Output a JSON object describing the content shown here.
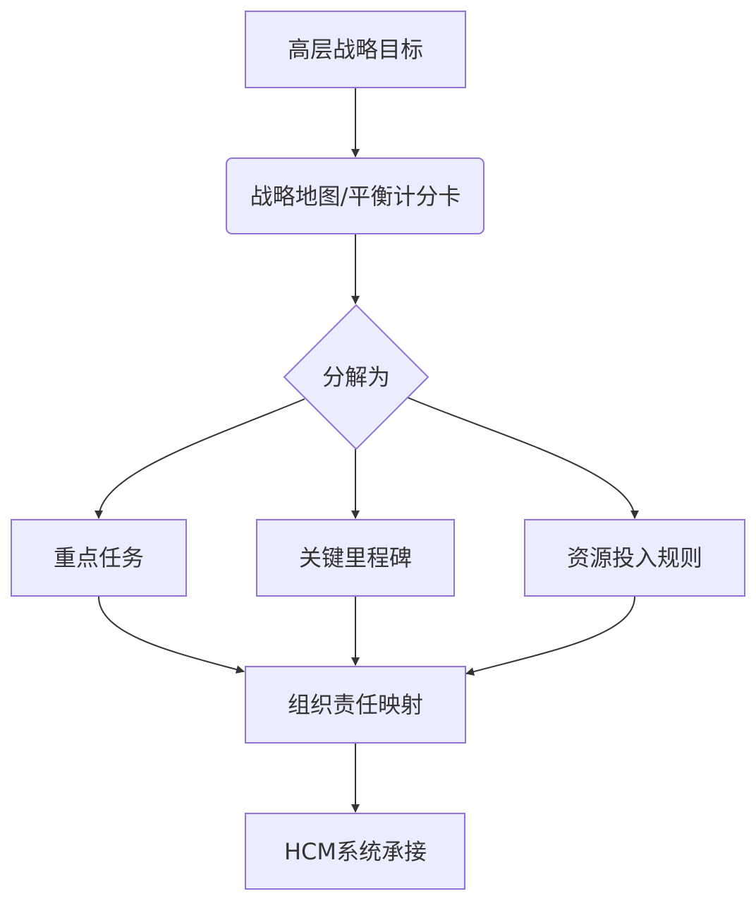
{
  "diagram": {
    "type": "flowchart",
    "direction": "top-down",
    "colors": {
      "node_fill": "#ECECFF",
      "node_stroke": "#9370DB",
      "edge": "#333333",
      "text": "#333333",
      "background": "#FFFFFF"
    },
    "nodes": [
      {
        "id": "goal",
        "shape": "rect",
        "label": "高层战略目标"
      },
      {
        "id": "map",
        "shape": "rounded-rect",
        "label": "战略地图/平衡计分卡"
      },
      {
        "id": "decompose",
        "shape": "diamond",
        "label": "分解为"
      },
      {
        "id": "tasks",
        "shape": "rect",
        "label": "重点任务"
      },
      {
        "id": "milestones",
        "shape": "rect",
        "label": "关键里程碑"
      },
      {
        "id": "resources",
        "shape": "rect",
        "label": "资源投入规则"
      },
      {
        "id": "mapping",
        "shape": "rect",
        "label": "组织责任映射"
      },
      {
        "id": "hcm",
        "shape": "rect",
        "label": "HCM系统承接"
      }
    ],
    "edges": [
      {
        "from": "goal",
        "to": "map"
      },
      {
        "from": "map",
        "to": "decompose"
      },
      {
        "from": "decompose",
        "to": "tasks"
      },
      {
        "from": "decompose",
        "to": "milestones"
      },
      {
        "from": "decompose",
        "to": "resources"
      },
      {
        "from": "tasks",
        "to": "mapping"
      },
      {
        "from": "milestones",
        "to": "mapping"
      },
      {
        "from": "resources",
        "to": "mapping"
      },
      {
        "from": "mapping",
        "to": "hcm"
      }
    ]
  }
}
